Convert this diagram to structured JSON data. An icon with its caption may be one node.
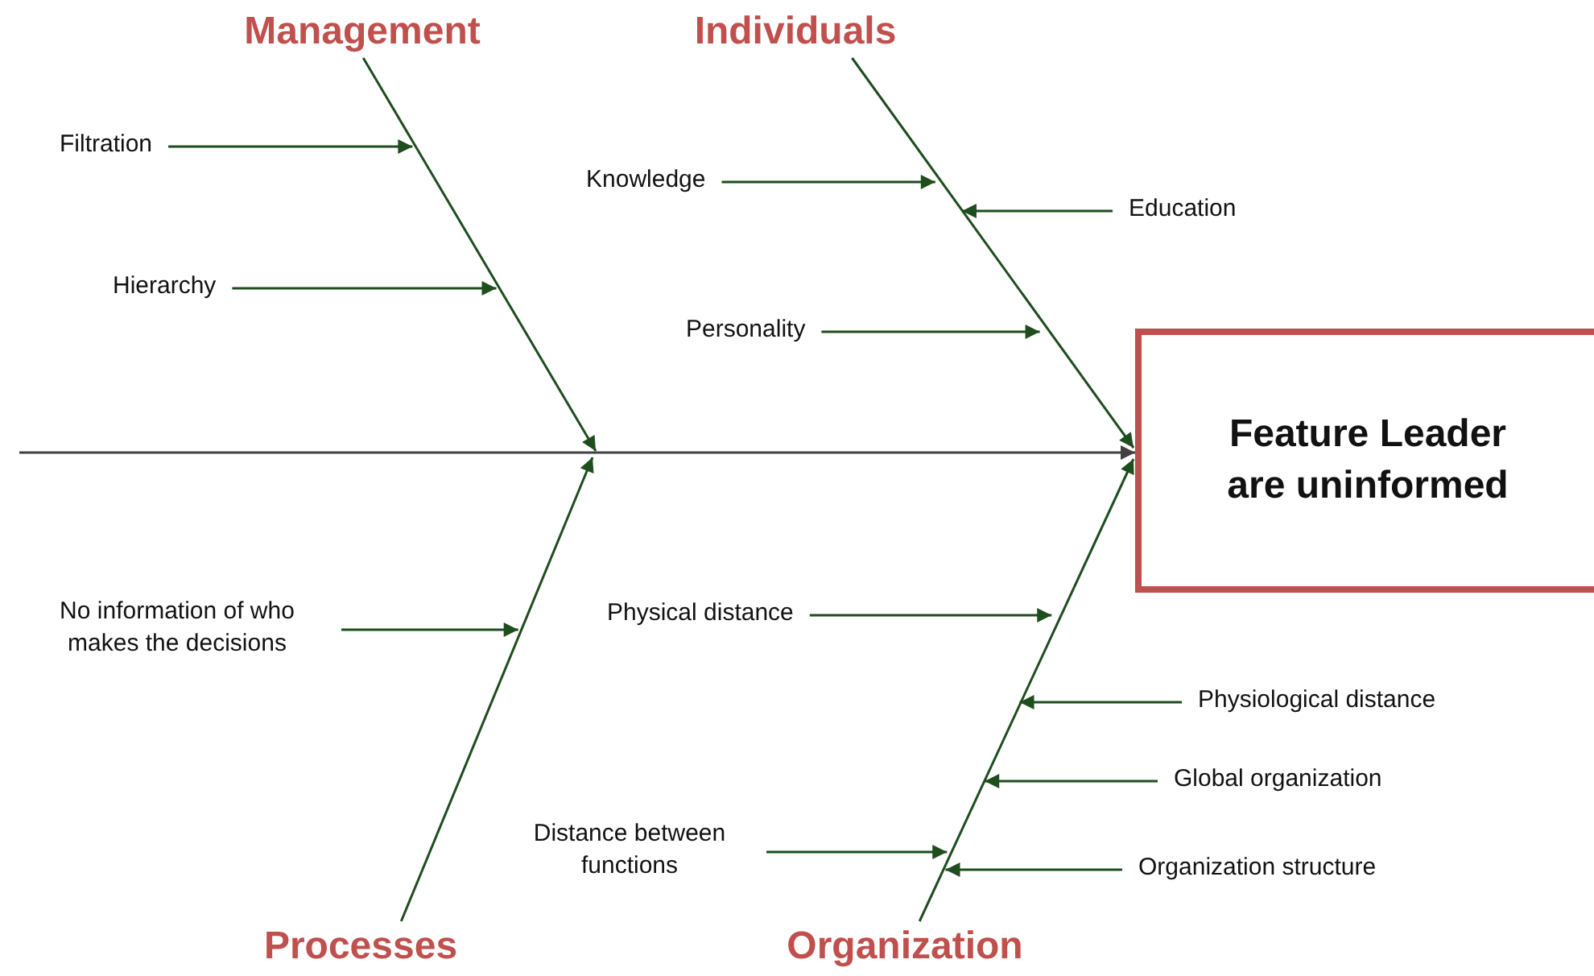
{
  "diagram": {
    "nodes": [
      {
        "text": [
          "Management"
        ]
      },
      {
        "text": [
          "Individuals"
        ]
      },
      {
        "text": [
          "Filtration"
        ]
      },
      {
        "text": [
          "Knowledge"
        ]
      },
      {
        "text": [
          "Education"
        ]
      },
      {
        "text": [
          "Hierarchy"
        ]
      },
      {
        "text": [
          "Personality"
        ]
      },
      {
        "text": [
          "Feature Leader are uninformed"
        ]
      },
      {
        "text": [
          "No information of who makes the decisions"
        ]
      },
      {
        "text": [
          "Physical distance"
        ]
      },
      {
        "text": [
          "Physiological distance"
        ]
      },
      {
        "text": [
          "Global organization"
        ]
      },
      {
        "text": [
          "Distance between functions"
        ]
      },
      {
        "text": [
          "Organization structure"
        ]
      },
      {
        "text": [
          "Processes"
        ]
      },
      {
        "text": [
          "Organization"
        ]
      }
    ],
    "edges": [
      {
        "from": null,
        "to": 7,
        "arrow": "to",
        "color": "#404040"
      },
      {
        "from": 0,
        "to": null,
        "arrow": "to"
      },
      {
        "from": 1,
        "to": 7,
        "arrow": "to"
      },
      {
        "from": 14,
        "to": null,
        "arrow": "to"
      },
      {
        "from": 15,
        "to": 7,
        "arrow": "to"
      },
      {
        "from": 2,
        "to": null,
        "arrow": "to"
      },
      {
        "from": 3,
        "to": null,
        "arrow": "to"
      },
      {
        "from": 4,
        "to": null,
        "arrow": "to"
      },
      {
        "from": 5,
        "to": null,
        "arrow": "to"
      },
      {
        "from": 6,
        "to": null,
        "arrow": "to"
      },
      {
        "from": 8,
        "to": null,
        "arrow": "to"
      },
      {
        "from": 9,
        "to": null,
        "arrow": "to"
      },
      {
        "from": 10,
        "to": null,
        "arrow": "to"
      },
      {
        "from": 11,
        "to": null,
        "arrow": "to"
      },
      {
        "from": 12,
        "to": null,
        "arrow": "to"
      },
      {
        "from": 13,
        "to": null,
        "arrow": "to"
      }
    ]
  }
}
